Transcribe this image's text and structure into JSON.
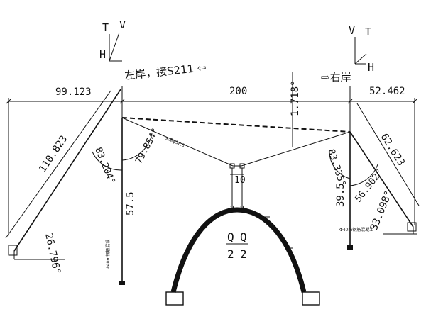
{
  "left_axes": {
    "t": "T",
    "v": "V",
    "h": "H"
  },
  "right_axes": {
    "v": "V",
    "t": "T",
    "h": "H"
  },
  "left_bank_label": "左岸，接S211 ⇦",
  "right_bank_label": "⇨右岸",
  "dims": {
    "left_span": "99.123",
    "main_span": "200",
    "right_span": "52.462",
    "sag_angle": "1.718°",
    "left_backstay": "110.823",
    "right_backstay": "62.623",
    "left_tower_height": "57.5",
    "right_tower_height": "39.5",
    "hanger_width": "10",
    "left_ground_angle": "26.796°",
    "right_ground_angle": "33.098°",
    "left_angle_a": "83.204°",
    "left_angle_b": "79.854°",
    "right_angle_a": "83.335°",
    "right_angle_b": "56.902°"
  },
  "small_notes": {
    "cable_note": "主索φ38.5",
    "left_anchor_note": "Φ40m钢筋混凝土",
    "right_anchor_note": "Φ40m钢筋混凝土"
  },
  "arch_label_1": "Q",
  "arch_label_2": "Q",
  "arch_num_1": "2",
  "arch_num_2": "2"
}
